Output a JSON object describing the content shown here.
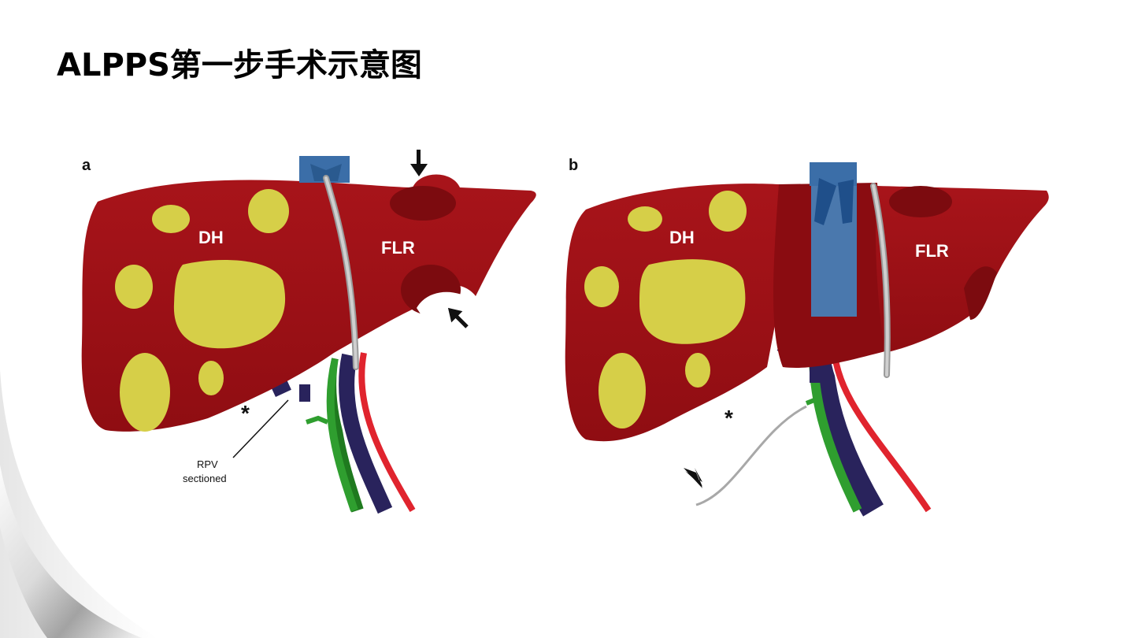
{
  "slide": {
    "title": "ALPPS第一步手术示意图"
  },
  "figure": {
    "panels": [
      {
        "letter": "a",
        "labels": {
          "diseased": "DH",
          "remnant": "FLR",
          "asterisk": "*",
          "note_line1": "RPV",
          "note_line2": "sectioned"
        }
      },
      {
        "letter": "b",
        "labels": {
          "diseased": "DH",
          "remnant": "FLR",
          "asterisk": "*"
        }
      }
    ]
  }
}
